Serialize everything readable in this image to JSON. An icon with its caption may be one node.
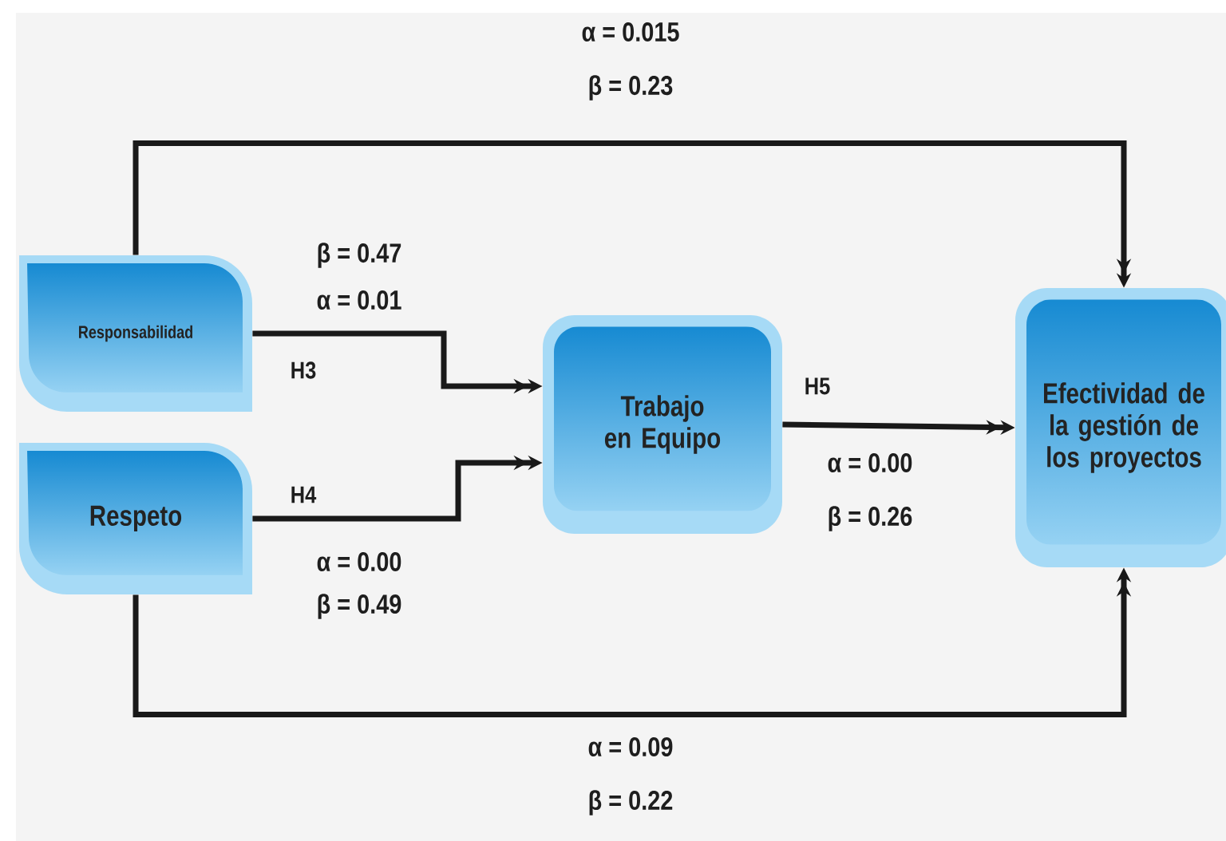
{
  "diagram": {
    "nodes": [
      {
        "text": [
          "Responsabilidad"
        ]
      },
      {
        "text": [
          "Respeto"
        ]
      },
      {
        "text": [
          "Trabajo en Equipo"
        ]
      },
      {
        "text": [
          "Efectividad de la gestión de los proyectos"
        ]
      }
    ],
    "edges": [
      {
        "from": 0,
        "to": 3,
        "arrow": "to"
      },
      {
        "from": 0,
        "to": 2,
        "arrow": "to",
        "label": "H3"
      },
      {
        "from": 1,
        "to": 2,
        "arrow": "to",
        "label": "H4"
      },
      {
        "from": 2,
        "to": 3,
        "arrow": "to",
        "label": "H5"
      },
      {
        "from": 1,
        "to": 3,
        "arrow": "to"
      }
    ],
    "labels": [
      "α = 0.015",
      "β =  0.23",
      "β = 0.47",
      "α = 0.01",
      "α = 0.00",
      "β = 0.49",
      "α = 0.00",
      "β = 0.26",
      "α = 0.09",
      "β = 0.22"
    ]
  }
}
